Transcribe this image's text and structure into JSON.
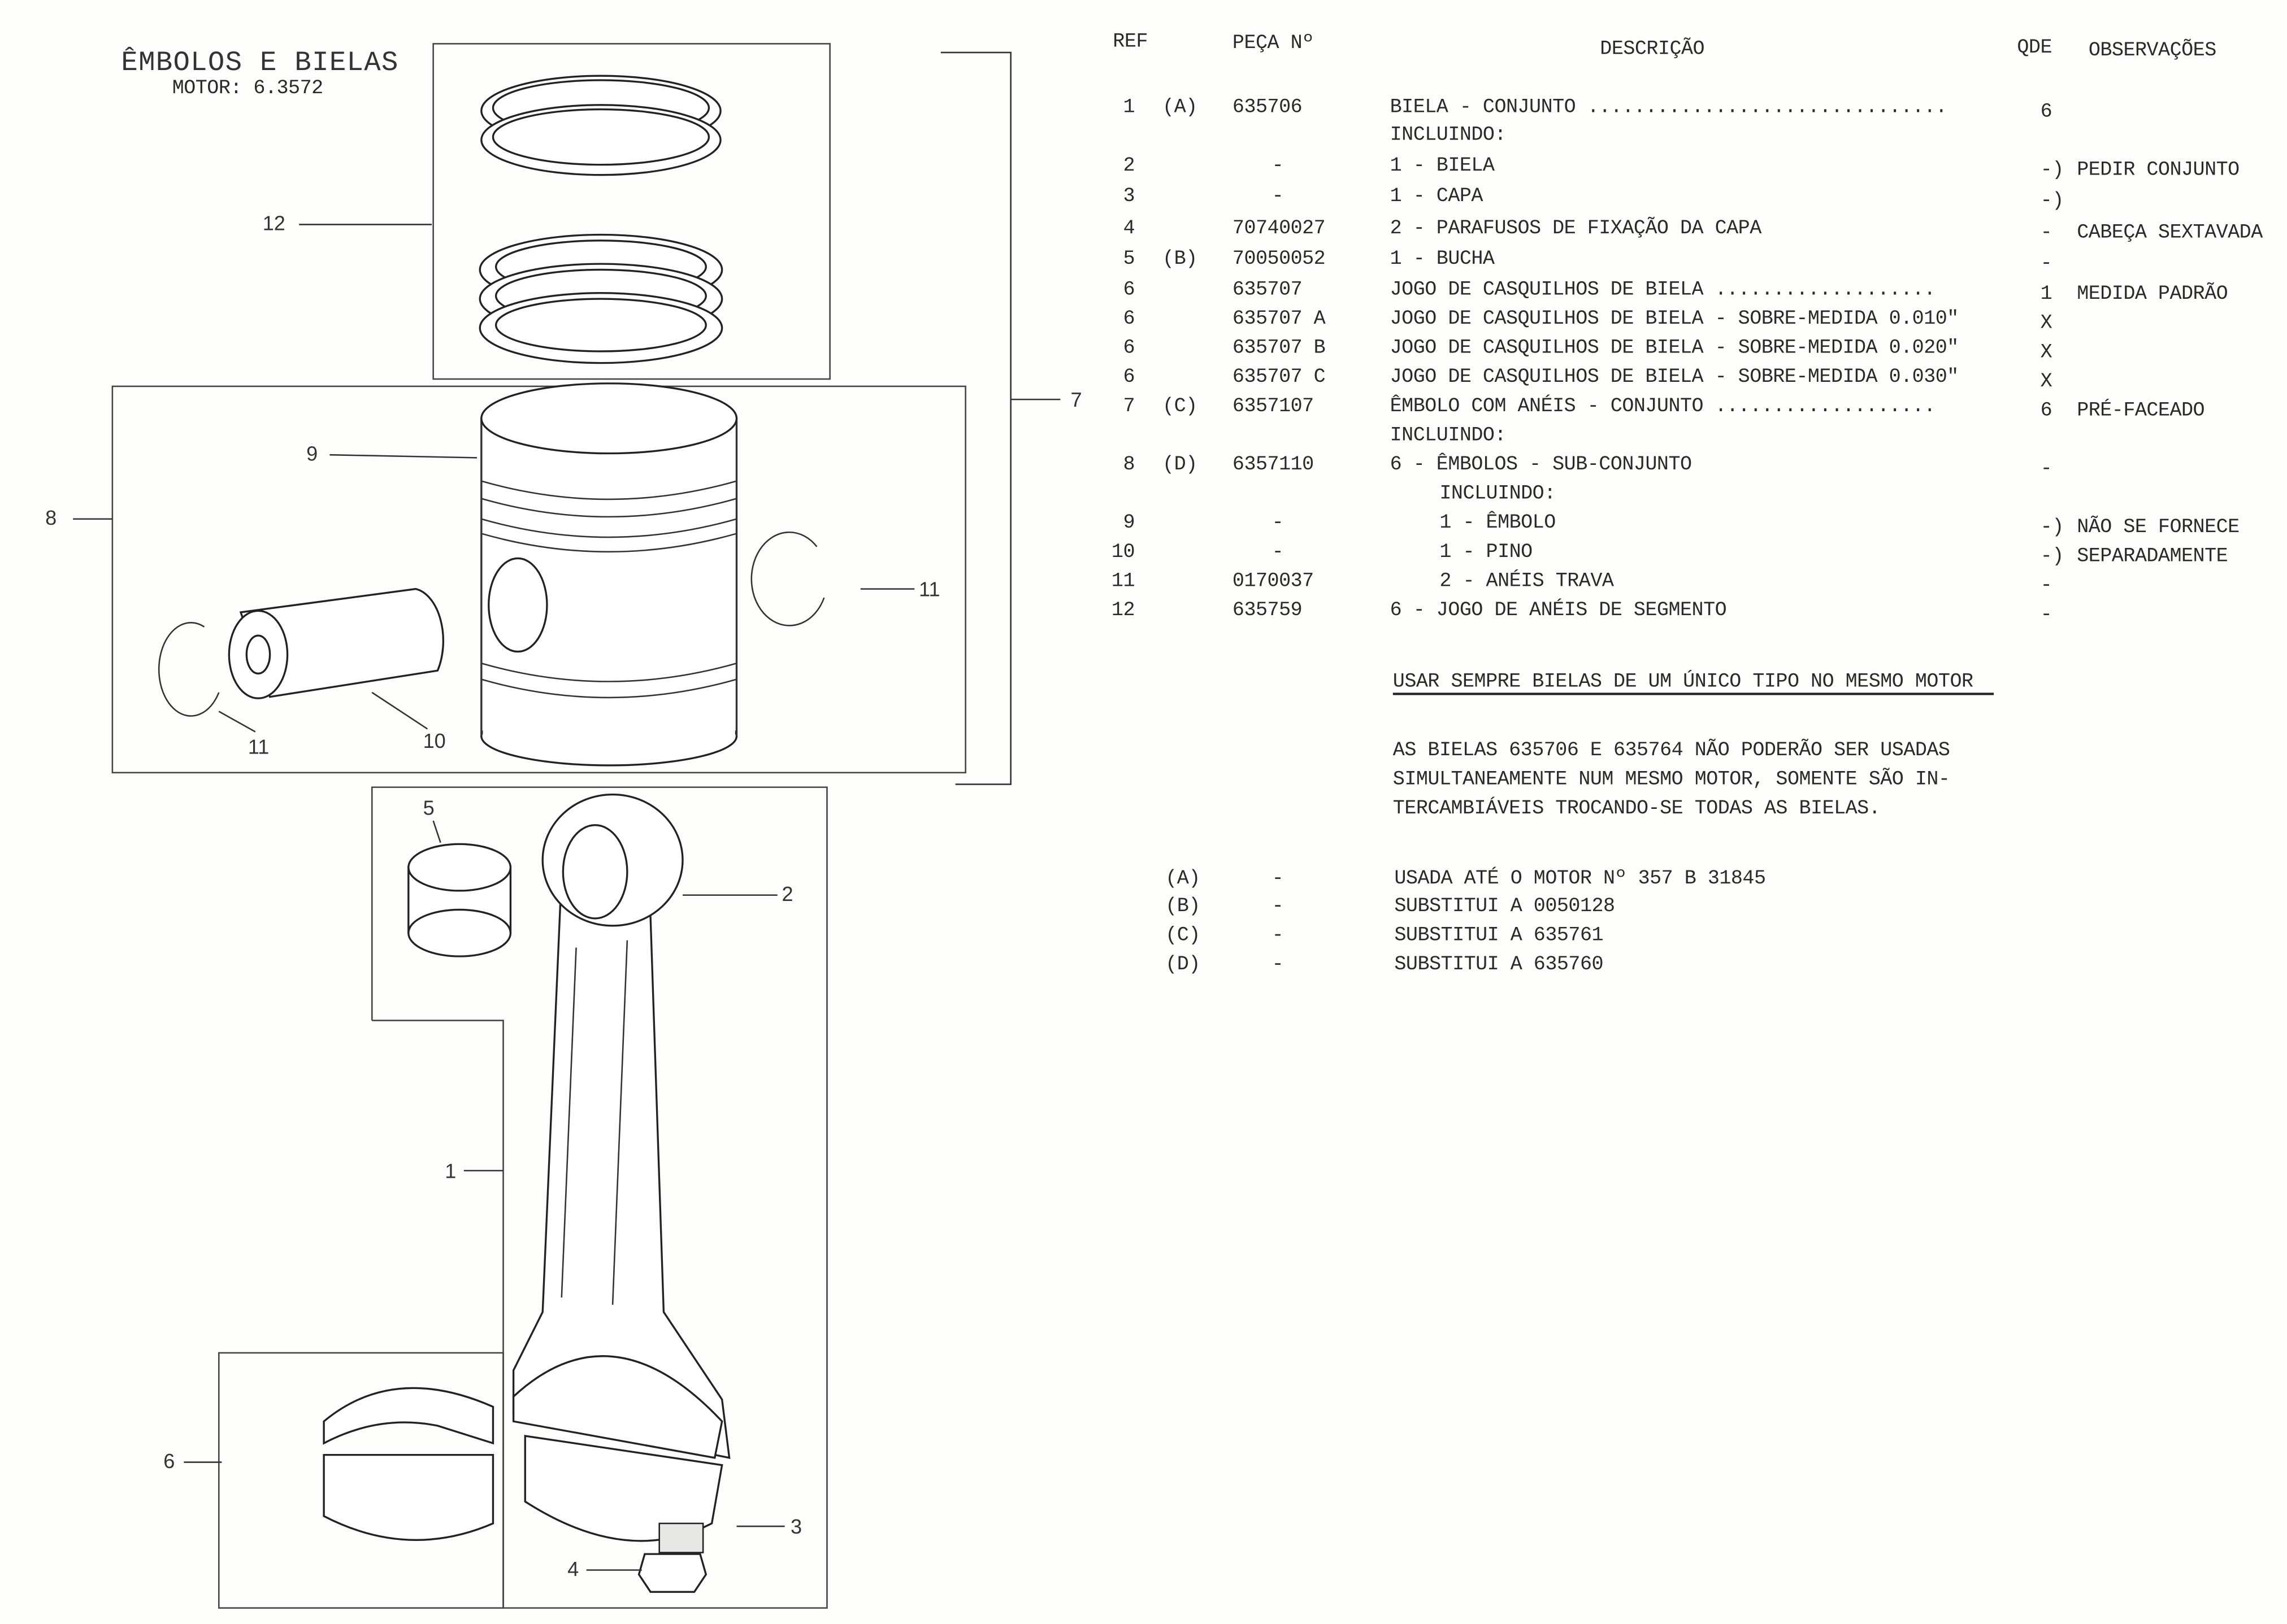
{
  "diagram": {
    "title": "ÊMBOLOS E BIELAS",
    "subtitle": "MOTOR: 6.3572",
    "callouts": [
      "1",
      "2",
      "3",
      "4",
      "5",
      "6",
      "7",
      "8",
      "9",
      "10",
      "11",
      "11",
      "12"
    ]
  },
  "table": {
    "headers": {
      "ref": "REF",
      "part": "PEÇA Nº",
      "desc": "DESCRIÇÃO",
      "qty": "QDE",
      "obs": "OBSERVAÇÕES"
    },
    "rows": [
      {
        "ref": "1",
        "note": "(A)",
        "part": "635706",
        "desc": "BIELA - CONJUNTO ...............................",
        "qty": "6",
        "obs": ""
      },
      {
        "ref": "",
        "note": "",
        "part": "",
        "desc": "INCLUINDO:",
        "qty": "",
        "obs": ""
      },
      {
        "ref": "2",
        "note": "",
        "part": "-",
        "desc": "1 - BIELA",
        "qty": "-)",
        "obs": "PEDIR CONJUNTO"
      },
      {
        "ref": "3",
        "note": "",
        "part": "-",
        "desc": "1 - CAPA",
        "qty": "-)",
        "obs": ""
      },
      {
        "ref": "4",
        "note": "",
        "part": "70740027",
        "desc": "2 - PARAFUSOS DE FIXAÇÃO DA CAPA",
        "qty": "-",
        "obs": "CABEÇA SEXTAVADA"
      },
      {
        "ref": "5",
        "note": "(B)",
        "part": "70050052",
        "desc": "1 - BUCHA",
        "qty": "-",
        "obs": ""
      },
      {
        "ref": "6",
        "note": "",
        "part": "635707",
        "desc": "JOGO DE CASQUILHOS DE BIELA ...................",
        "qty": "1",
        "obs": "MEDIDA PADRÃO"
      },
      {
        "ref": "6",
        "note": "",
        "part": "635707 A",
        "desc": "JOGO DE CASQUILHOS DE BIELA - SOBRE-MEDIDA 0.010\"",
        "qty": "X",
        "obs": ""
      },
      {
        "ref": "6",
        "note": "",
        "part": "635707 B",
        "desc": "JOGO DE CASQUILHOS DE BIELA - SOBRE-MEDIDA 0.020\"",
        "qty": "X",
        "obs": ""
      },
      {
        "ref": "6",
        "note": "",
        "part": "635707 C",
        "desc": "JOGO DE CASQUILHOS DE BIELA - SOBRE-MEDIDA 0.030\"",
        "qty": "X",
        "obs": ""
      },
      {
        "ref": "7",
        "note": "(C)",
        "part": "6357107",
        "desc": "ÊMBOLO COM ANÉIS - CONJUNTO ...................",
        "qty": "6",
        "obs": "PRÉ-FACEADO"
      },
      {
        "ref": "",
        "note": "",
        "part": "",
        "desc": "INCLUINDO:",
        "qty": "",
        "obs": ""
      },
      {
        "ref": "8",
        "note": "(D)",
        "part": "6357110",
        "desc": "6 - ÊMBOLOS - SUB-CONJUNTO",
        "qty": "-",
        "obs": ""
      },
      {
        "ref": "",
        "note": "",
        "part": "",
        "desc": "INCLUINDO:",
        "qty": "",
        "obs": "",
        "indent": true
      },
      {
        "ref": "9",
        "note": "",
        "part": "-",
        "desc": "1 - ÊMBOLO",
        "qty": "-)",
        "obs": "NÃO SE FORNECE",
        "indent": true
      },
      {
        "ref": "10",
        "note": "",
        "part": "-",
        "desc": "1 - PINO",
        "qty": "-)",
        "obs": "SEPARADAMENTE",
        "indent": true
      },
      {
        "ref": "11",
        "note": "",
        "part": "0170037",
        "desc": "2 - ANÉIS TRAVA",
        "qty": "-",
        "obs": "",
        "indent": true
      },
      {
        "ref": "12",
        "note": "",
        "part": "635759",
        "desc": "6 - JOGO DE ANÉIS DE SEGMENTO",
        "qty": "-",
        "obs": ""
      }
    ]
  },
  "notes": {
    "warning": "USAR SEMPRE BIELAS DE UM ÚNICO TIPO NO MESMO MOTOR",
    "paragraph": [
      "AS BIELAS 635706 E 635764 NÃO PODERÃO SER USADAS",
      "SIMULTANEAMENTE NUM MESMO MOTOR, SOMENTE SÃO IN-",
      "TERCAMBIÁVEIS TROCANDO-SE TODAS AS BIELAS."
    ],
    "footnotes": [
      {
        "key": "(A)",
        "dash": "-",
        "text": "USADA ATÉ O MOTOR Nº 357 B 31845"
      },
      {
        "key": "(B)",
        "dash": "-",
        "text": "SUBSTITUI A 0050128"
      },
      {
        "key": "(C)",
        "dash": "-",
        "text": "SUBSTITUI A 635761"
      },
      {
        "key": "(D)",
        "dash": "-",
        "text": "SUBSTITUI A 635760"
      }
    ]
  }
}
